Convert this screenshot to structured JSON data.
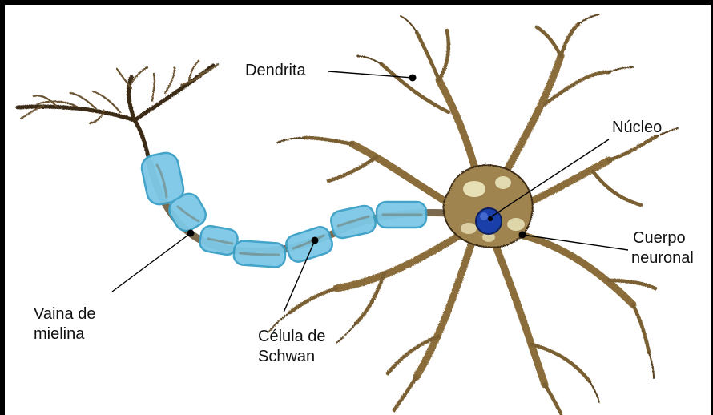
{
  "labels": {
    "dendrite": "Dendrita",
    "nucleus": "Núcleo",
    "cell_body_line1": "Cuerpo",
    "cell_body_line2": "neuronal",
    "myelin_line1": "Vaina de",
    "myelin_line2": "mielina",
    "schwann_line1": "Célula de",
    "schwann_line2": "Schwan"
  },
  "colors": {
    "frame": "#000000",
    "branch": "#8a6d3b",
    "branch_dark": "#3b2a12",
    "soma": "#a08450",
    "soma_highlight": "#f3f0c8",
    "myelin": "#7cc8e6",
    "myelin_edge": "#3a9fc6",
    "axon_core": "#7b6a4e",
    "nucleus": "#1b3fa8",
    "leader": "#000000"
  }
}
